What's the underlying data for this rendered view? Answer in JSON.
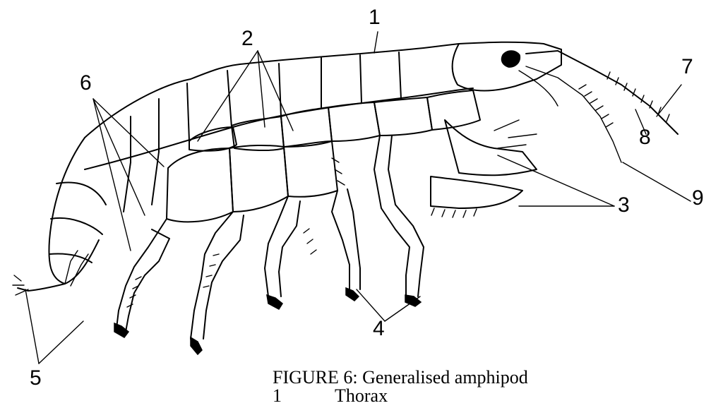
{
  "figure": {
    "caption_title": "FIGURE 6: Generalised amphipod",
    "legend": [
      {
        "number": "1",
        "term": "Thorax"
      }
    ],
    "callout_labels": {
      "thorax": "1",
      "coxal_plates": "2",
      "mouthparts": "3",
      "pereopods": "4",
      "uropods": "5",
      "body_segments": "6",
      "antenna_1": "7",
      "accessory_flagellum": "8",
      "antenna_2": "9"
    }
  }
}
